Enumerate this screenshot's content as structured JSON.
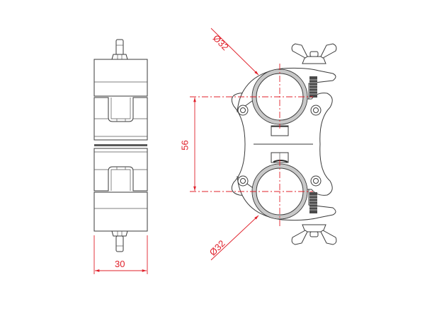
{
  "drawing": {
    "subject": "double-coupler-clamp",
    "colors": {
      "outline": "#3a3a3a",
      "dimension": "#e0202a",
      "ring": "#c8c8c8",
      "background": "#ffffff"
    },
    "side_view": {
      "width_dimension": "30"
    },
    "front_view": {
      "top_diameter": "Ø32",
      "bottom_diameter": "Ø32",
      "center_distance": "56"
    }
  }
}
